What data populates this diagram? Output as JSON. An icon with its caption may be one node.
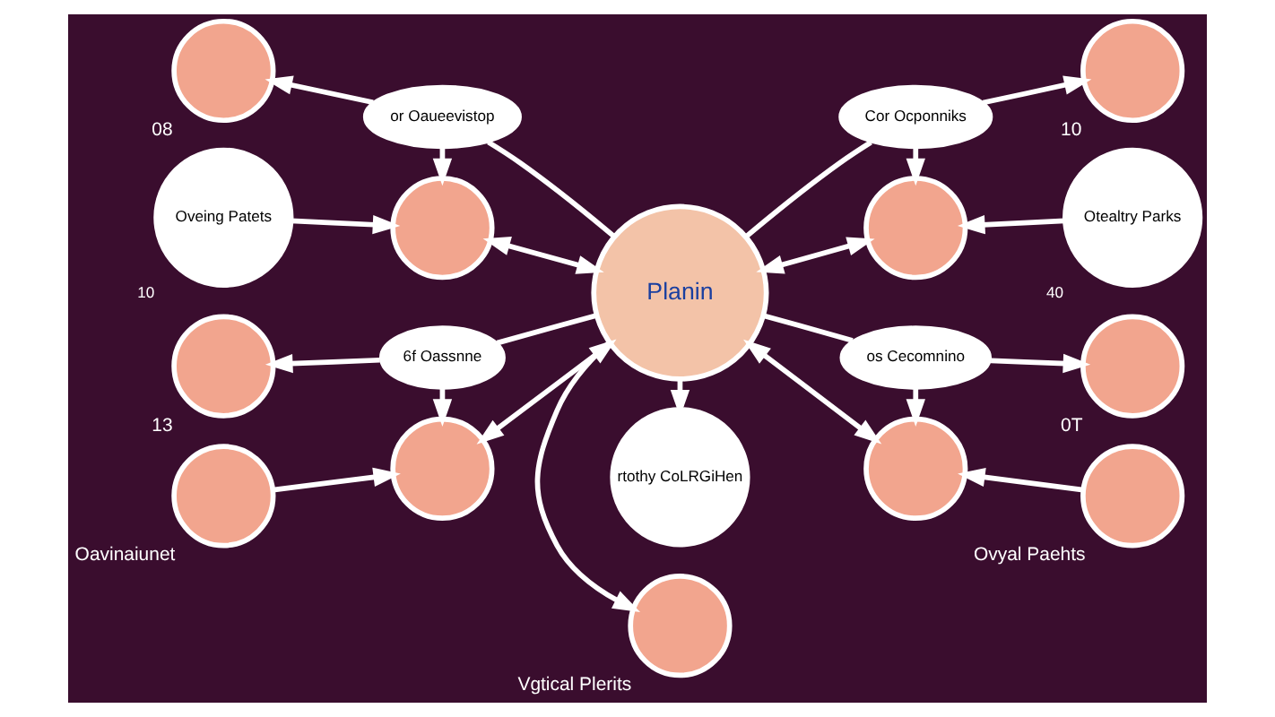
{
  "diagram": {
    "nodes": [
      {
        "text": [
          "Oveing Patets"
        ],
        "beside": [
          "10"
        ]
      },
      {
        "text": [
          "rtothy CoLRGiHen"
        ]
      },
      {
        "text": [
          "Otealtry Parks"
        ],
        "beside": [
          "40"
        ]
      },
      {
        "text": [],
        "shape": "circle"
      },
      {
        "text": [],
        "shape": "circle"
      },
      {
        "text": [],
        "shape": "circle",
        "beside": [
          "08"
        ]
      },
      {
        "text": [
          "or Oaueevistop"
        ]
      },
      {
        "text": [
          "Planin"
        ]
      },
      {
        "text": [
          "Cor Ocponniks"
        ]
      },
      {
        "text": [],
        "shape": "circle",
        "beside": [
          "10"
        ]
      },
      {
        "text": [],
        "shape": "circle",
        "beside": [
          "13"
        ]
      },
      {
        "text": [
          "6f Oassnne"
        ]
      },
      {
        "text": [
          "os Cecomnino"
        ]
      },
      {
        "text": [],
        "shape": "circle",
        "beside": [
          "0T"
        ]
      },
      {
        "text": [],
        "shape": "circle",
        "beside": [
          "Oavinaiunet"
        ]
      },
      {
        "text": [],
        "shape": "circle"
      },
      {
        "text": [],
        "shape": "circle",
        "beside": [
          "Vgtical Plerits"
        ]
      },
      {
        "text": [],
        "shape": "circle"
      },
      {
        "text": [],
        "shape": "circle",
        "beside": [
          "Ovyal Paehts"
        ]
      }
    ],
    "edges": [
      {
        "from": 0,
        "to": 3,
        "arrow": "to"
      },
      {
        "from": 7,
        "to": 3,
        "arrow": "both"
      },
      {
        "from": 7,
        "to": 1,
        "arrow": "to"
      },
      {
        "from": 7,
        "to": 4,
        "arrow": "both"
      },
      {
        "from": 2,
        "to": 4,
        "arrow": "to"
      },
      {
        "from": 7,
        "to": 6,
        "arrow": "none"
      },
      {
        "from": 6,
        "to": 5,
        "arrow": "to"
      },
      {
        "from": 6,
        "to": 3,
        "arrow": "to"
      },
      {
        "from": 7,
        "to": 8,
        "arrow": "none"
      },
      {
        "from": 8,
        "to": 4,
        "arrow": "to"
      },
      {
        "from": 8,
        "to": 9,
        "arrow": "to"
      },
      {
        "from": 7,
        "to": 11,
        "arrow": "none"
      },
      {
        "from": 11,
        "to": 10,
        "arrow": "to"
      },
      {
        "from": 11,
        "to": 15,
        "arrow": "to"
      },
      {
        "from": 7,
        "to": 12,
        "arrow": "none"
      },
      {
        "from": 12,
        "to": 13,
        "arrow": "to"
      },
      {
        "from": 12,
        "to": 17,
        "arrow": "to"
      },
      {
        "from": 7,
        "to": 15,
        "arrow": "both"
      },
      {
        "from": 7,
        "to": 17,
        "arrow": "both"
      },
      {
        "from": 7,
        "to": 16,
        "arrow": "to"
      },
      {
        "from": 14,
        "to": 15,
        "arrow": "to"
      },
      {
        "from": 18,
        "to": 17,
        "arrow": "to"
      }
    ]
  }
}
